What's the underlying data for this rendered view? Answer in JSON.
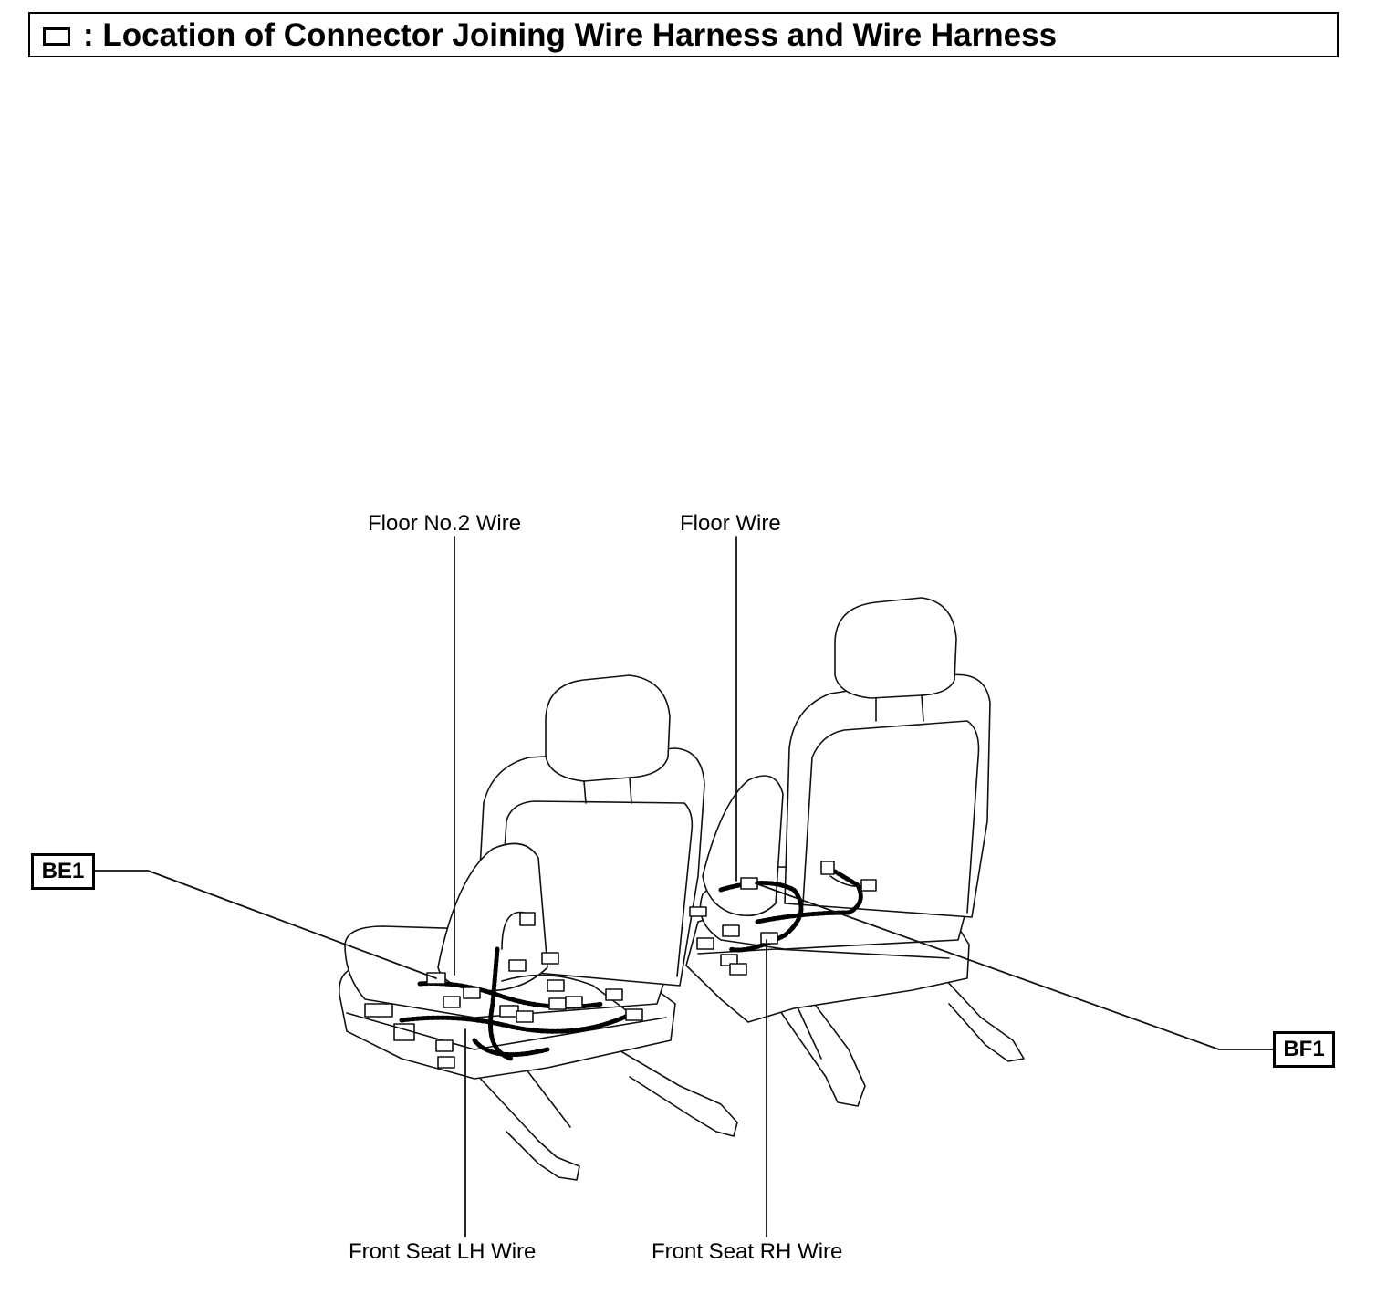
{
  "header": {
    "legend_icon": "rectangle-legend-icon",
    "title": ": Location of Connector Joining Wire Harness and Wire Harness"
  },
  "labels": {
    "floor_no2_wire": "Floor No.2 Wire",
    "floor_wire": "Floor Wire",
    "front_seat_lh_wire": "Front Seat LH Wire",
    "front_seat_rh_wire": "Front Seat RH Wire"
  },
  "connectors": {
    "left": "BE1",
    "right": "BF1"
  }
}
